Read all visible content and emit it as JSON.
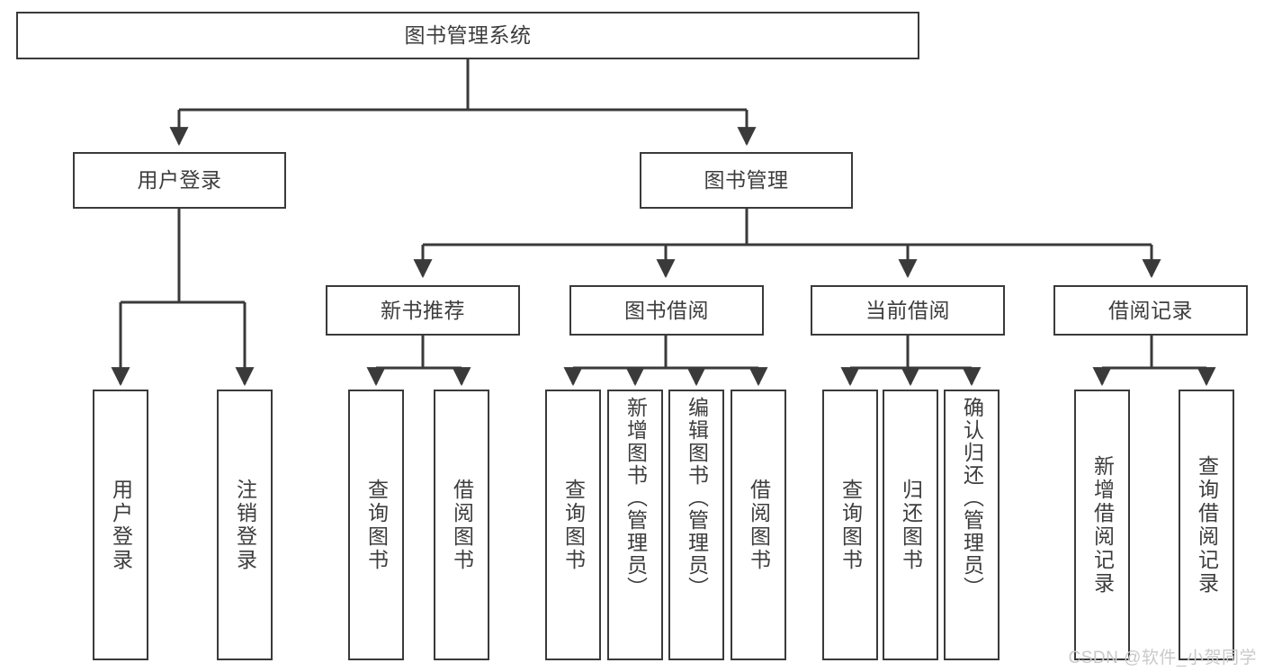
{
  "diagram": {
    "title": "图书管理系统",
    "type": "tree-hierarchy-functional-decomposition",
    "root": {
      "id": "root",
      "label": "图书管理系统"
    },
    "level2": [
      {
        "id": "user-login",
        "label": "用户登录"
      },
      {
        "id": "book-management",
        "label": "图书管理"
      }
    ],
    "level3": [
      {
        "id": "new-book-recommend",
        "label": "新书推荐"
      },
      {
        "id": "book-borrow",
        "label": "图书借阅"
      },
      {
        "id": "current-borrow",
        "label": "当前借阅"
      },
      {
        "id": "borrow-record",
        "label": "借阅记录"
      }
    ],
    "leaves": {
      "user_login": [
        {
          "id": "leaf-user-login",
          "label": "用户登录"
        },
        {
          "id": "leaf-logout-login",
          "label": "注销登录"
        }
      ],
      "new_book_recommend": [
        {
          "id": "leaf-query-book-1",
          "label": "查询图书"
        },
        {
          "id": "leaf-borrow-book-1",
          "label": "借阅图书"
        }
      ],
      "book_borrow": [
        {
          "id": "leaf-query-book-2",
          "label": "查询图书"
        },
        {
          "id": "leaf-add-book",
          "label": "新增图书（管理员）"
        },
        {
          "id": "leaf-edit-book",
          "label": "编辑图书（管理员）"
        },
        {
          "id": "leaf-borrow-book-2",
          "label": "借阅图书"
        }
      ],
      "current_borrow": [
        {
          "id": "leaf-query-book-3",
          "label": "查询图书"
        },
        {
          "id": "leaf-return-book",
          "label": "归还图书"
        },
        {
          "id": "leaf-confirm-return",
          "label": "确认归还（管理员）"
        }
      ],
      "borrow_record": [
        {
          "id": "leaf-add-record",
          "label": "新增借阅记录"
        },
        {
          "id": "leaf-query-record",
          "label": "查询借阅记录"
        }
      ]
    },
    "watermark": "CSDN @软件_小贺同学",
    "colors": {
      "box_border": "#3a3a3a",
      "box_fill": "#ffffff",
      "text": "#3d3d3d",
      "connector": "#3a3a3a",
      "watermark": "#c9c9c9",
      "background": "#ffffff"
    }
  }
}
